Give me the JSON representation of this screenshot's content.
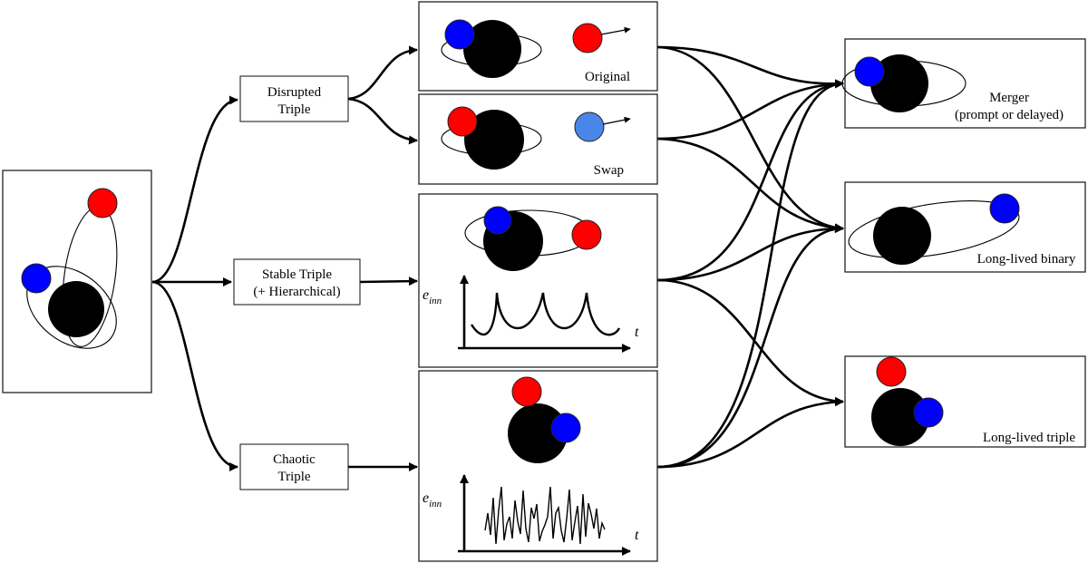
{
  "colors": {
    "red_star": "#ff0000",
    "blue_star": "#0000ff",
    "swap_star": "#4a86e8",
    "black_hole": "#000000"
  },
  "labels": {
    "disrupted": [
      "Disrupted",
      "Triple"
    ],
    "stable": [
      "Stable Triple",
      "(+ Hierarchical)"
    ],
    "chaotic": [
      "Chaotic",
      "Triple"
    ]
  },
  "outcomes": {
    "original": "Original",
    "swap": "Swap",
    "merger": [
      "Merger",
      "(prompt or delayed)"
    ],
    "binary": "Long-lived binary",
    "triple": "Long-lived triple"
  },
  "axes": {
    "y_symbol": "e",
    "y_subscript": "inn",
    "x_symbol": "t"
  }
}
